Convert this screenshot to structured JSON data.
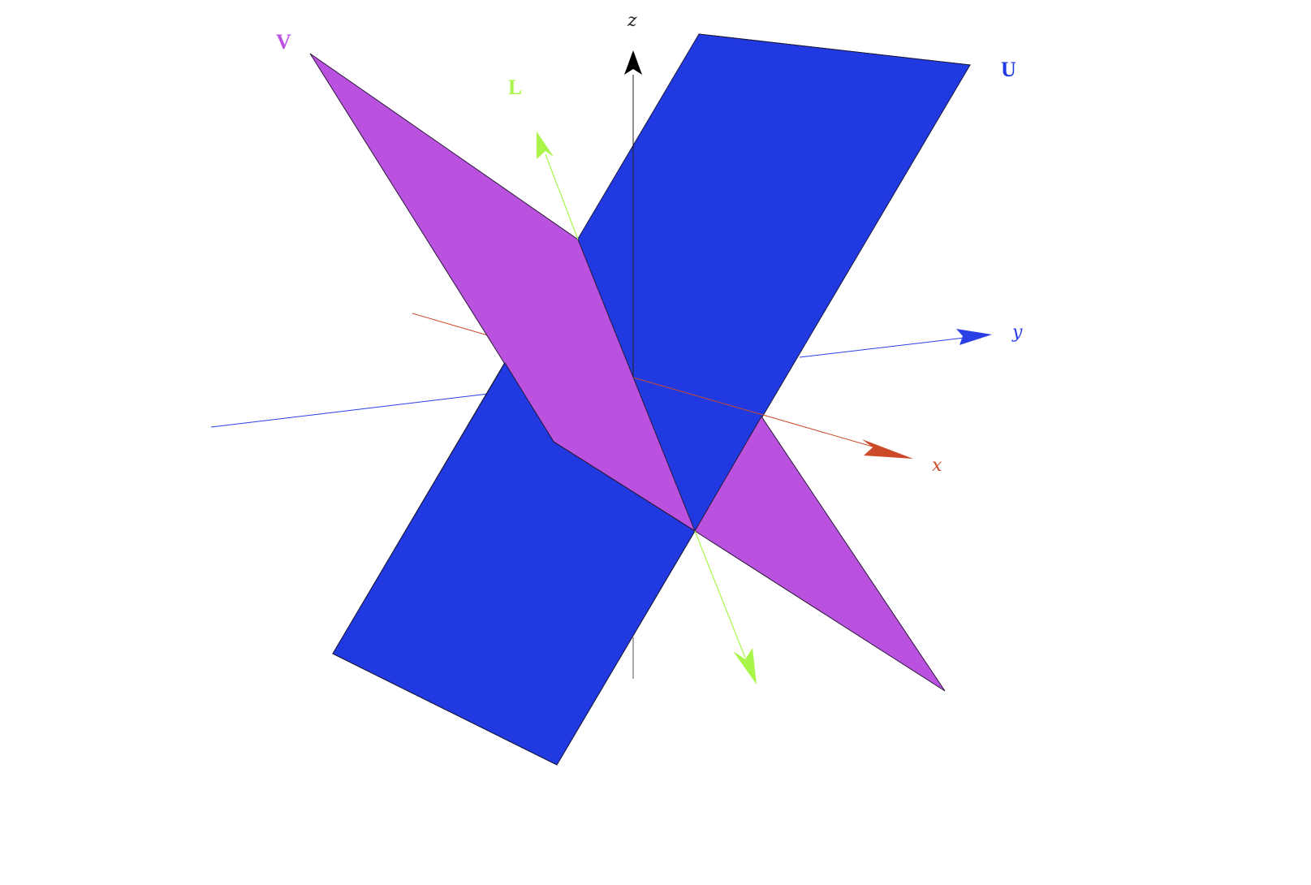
{
  "labels": {
    "z_axis": "z",
    "y_axis": "y",
    "x_axis": "x",
    "plane_u": "U",
    "plane_v": "V",
    "line_l": "L"
  },
  "colors": {
    "plane_u": "#2139e1",
    "plane_v": "#bb52df",
    "line_l": "#a9f54a",
    "x_axis": "#cc4a2a",
    "y_axis": "#2b3fe6",
    "z_axis": "#111111"
  }
}
